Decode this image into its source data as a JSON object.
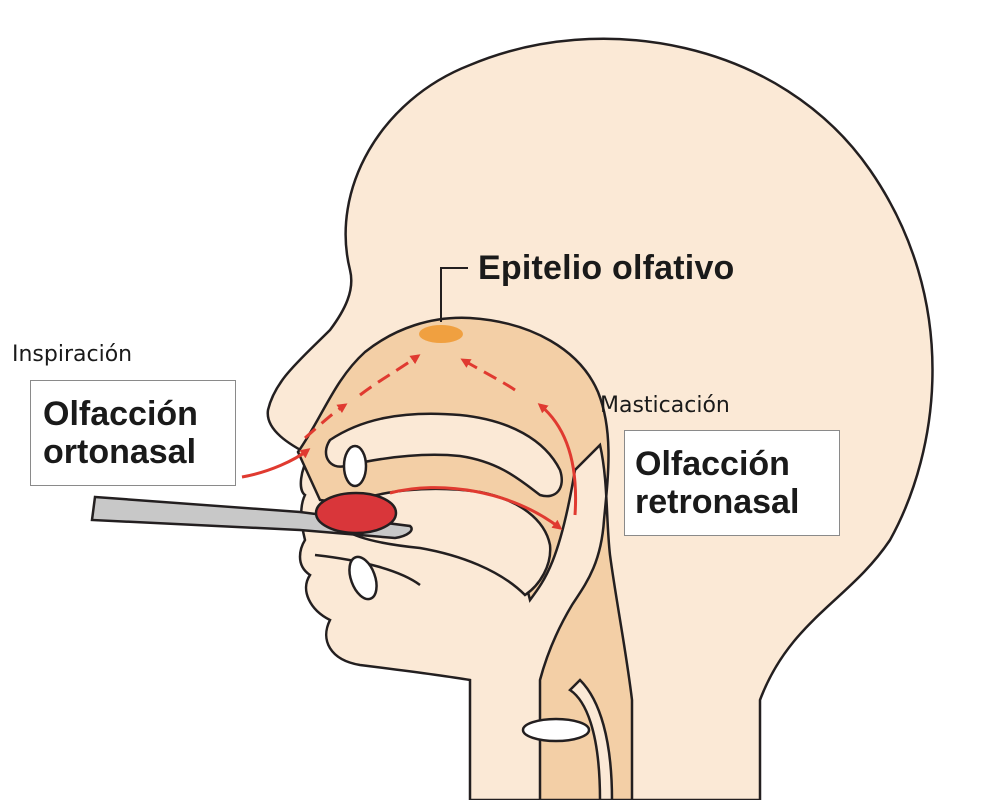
{
  "labels": {
    "epithelium": "Epitelio olfativo",
    "inspiration": "Inspiración",
    "mastication": "Masticación",
    "orthonasal": [
      "Olfacción",
      "ortonasal"
    ],
    "retronasal": [
      "Olfacción",
      "retronasal"
    ]
  },
  "colors": {
    "skin": "#fbe9d6",
    "cavity": "#f3cfa6",
    "outline": "#231f20",
    "arrow": "#e03a30",
    "food": "#d9363a",
    "epithelium": "#f0a040",
    "spoon": "#c8c8c8",
    "teeth": "#ffffff"
  }
}
